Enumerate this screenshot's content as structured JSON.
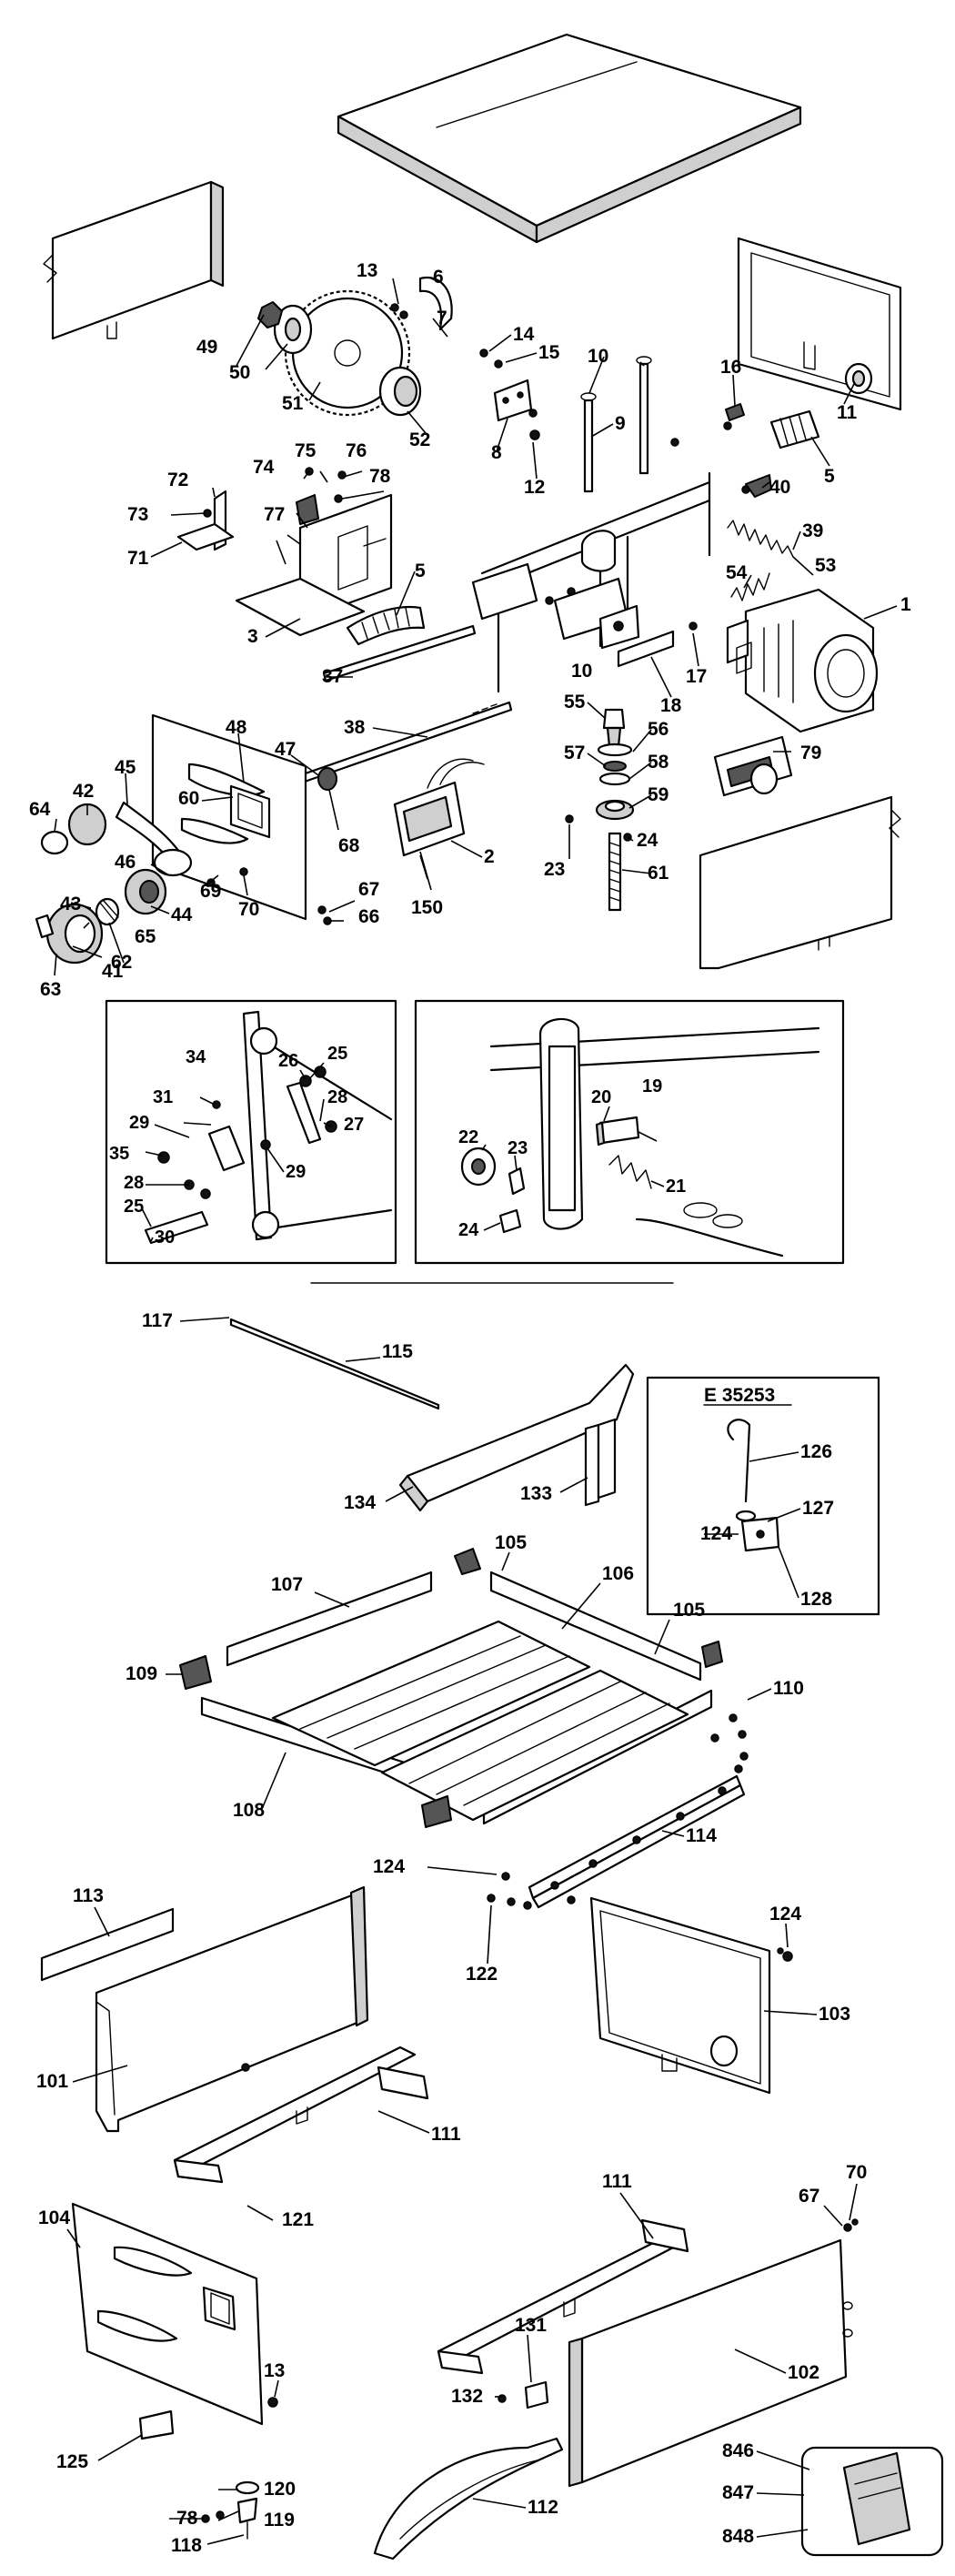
{
  "diagram": {
    "kit_label": "E 35253",
    "labels": [
      {
        "id": "top-1",
        "text": "1"
      },
      {
        "id": "top-2",
        "text": "2"
      },
      {
        "id": "top-3",
        "text": "3"
      },
      {
        "id": "top-5a",
        "text": "5"
      },
      {
        "id": "top-5b",
        "text": "5"
      },
      {
        "id": "top-6",
        "text": "6"
      },
      {
        "id": "top-7",
        "text": "7"
      },
      {
        "id": "top-8",
        "text": "8"
      },
      {
        "id": "top-9",
        "text": "9"
      },
      {
        "id": "top-10a",
        "text": "10"
      },
      {
        "id": "top-10b",
        "text": "10"
      },
      {
        "id": "top-11",
        "text": "11"
      },
      {
        "id": "top-12",
        "text": "12"
      },
      {
        "id": "top-13",
        "text": "13"
      },
      {
        "id": "top-14",
        "text": "14"
      },
      {
        "id": "top-15",
        "text": "15"
      },
      {
        "id": "top-16",
        "text": "16"
      },
      {
        "id": "top-17",
        "text": "17"
      },
      {
        "id": "top-18",
        "text": "18"
      },
      {
        "id": "top-23",
        "text": "23"
      },
      {
        "id": "top-24",
        "text": "24"
      },
      {
        "id": "top-37",
        "text": "37"
      },
      {
        "id": "top-38",
        "text": "38"
      },
      {
        "id": "top-39",
        "text": "39"
      },
      {
        "id": "top-40",
        "text": "40"
      },
      {
        "id": "top-41",
        "text": "41"
      },
      {
        "id": "top-42",
        "text": "42"
      },
      {
        "id": "top-43",
        "text": "43"
      },
      {
        "id": "top-44",
        "text": "44"
      },
      {
        "id": "top-45",
        "text": "45"
      },
      {
        "id": "top-46",
        "text": "46"
      },
      {
        "id": "top-47",
        "text": "47"
      },
      {
        "id": "top-48",
        "text": "48"
      },
      {
        "id": "top-49",
        "text": "49"
      },
      {
        "id": "top-50",
        "text": "50"
      },
      {
        "id": "top-51",
        "text": "51"
      },
      {
        "id": "top-52",
        "text": "52"
      },
      {
        "id": "top-53",
        "text": "53"
      },
      {
        "id": "top-54",
        "text": "54"
      },
      {
        "id": "top-55",
        "text": "55"
      },
      {
        "id": "top-56",
        "text": "56"
      },
      {
        "id": "top-57",
        "text": "57"
      },
      {
        "id": "top-58",
        "text": "58"
      },
      {
        "id": "top-59",
        "text": "59"
      },
      {
        "id": "top-60",
        "text": "60"
      },
      {
        "id": "top-61",
        "text": "61"
      },
      {
        "id": "top-62",
        "text": "62"
      },
      {
        "id": "top-63",
        "text": "63"
      },
      {
        "id": "top-64",
        "text": "64"
      },
      {
        "id": "top-65",
        "text": "65"
      },
      {
        "id": "top-66",
        "text": "66"
      },
      {
        "id": "top-67",
        "text": "67"
      },
      {
        "id": "top-68",
        "text": "68"
      },
      {
        "id": "top-69",
        "text": "69"
      },
      {
        "id": "top-70",
        "text": "70"
      },
      {
        "id": "top-71",
        "text": "71"
      },
      {
        "id": "top-72",
        "text": "72"
      },
      {
        "id": "top-73",
        "text": "73"
      },
      {
        "id": "top-74",
        "text": "74"
      },
      {
        "id": "top-75",
        "text": "75"
      },
      {
        "id": "top-76",
        "text": "76"
      },
      {
        "id": "top-77",
        "text": "77"
      },
      {
        "id": "top-78",
        "text": "78"
      },
      {
        "id": "top-79",
        "text": "79"
      },
      {
        "id": "top-150",
        "text": "150"
      },
      {
        "id": "inA-25a",
        "text": "25"
      },
      {
        "id": "inA-25b",
        "text": "25"
      },
      {
        "id": "inA-26",
        "text": "26"
      },
      {
        "id": "inA-27",
        "text": "27"
      },
      {
        "id": "inA-28a",
        "text": "28"
      },
      {
        "id": "inA-28b",
        "text": "28"
      },
      {
        "id": "inA-29a",
        "text": "29"
      },
      {
        "id": "inA-29b",
        "text": "29"
      },
      {
        "id": "inA-30",
        "text": "30"
      },
      {
        "id": "inA-31",
        "text": "31"
      },
      {
        "id": "inA-34",
        "text": "34"
      },
      {
        "id": "inA-35",
        "text": "35"
      },
      {
        "id": "inB-19",
        "text": "19"
      },
      {
        "id": "inB-20",
        "text": "20"
      },
      {
        "id": "inB-21",
        "text": "21"
      },
      {
        "id": "inB-22",
        "text": "22"
      },
      {
        "id": "inB-23",
        "text": "23"
      },
      {
        "id": "inB-24",
        "text": "24"
      },
      {
        "id": "bot-13",
        "text": "13"
      },
      {
        "id": "bot-67",
        "text": "67"
      },
      {
        "id": "bot-70",
        "text": "70"
      },
      {
        "id": "bot-78",
        "text": "78"
      },
      {
        "id": "bot-101",
        "text": "101"
      },
      {
        "id": "bot-102",
        "text": "102"
      },
      {
        "id": "bot-103",
        "text": "103"
      },
      {
        "id": "bot-104",
        "text": "104"
      },
      {
        "id": "bot-105a",
        "text": "105"
      },
      {
        "id": "bot-105b",
        "text": "105"
      },
      {
        "id": "bot-106",
        "text": "106"
      },
      {
        "id": "bot-107",
        "text": "107"
      },
      {
        "id": "bot-108",
        "text": "108"
      },
      {
        "id": "bot-109",
        "text": "109"
      },
      {
        "id": "bot-110",
        "text": "110"
      },
      {
        "id": "bot-111a",
        "text": "111"
      },
      {
        "id": "bot-111b",
        "text": "111"
      },
      {
        "id": "bot-112",
        "text": "112"
      },
      {
        "id": "bot-113",
        "text": "113"
      },
      {
        "id": "bot-114",
        "text": "114"
      },
      {
        "id": "bot-115",
        "text": "115"
      },
      {
        "id": "bot-117",
        "text": "117"
      },
      {
        "id": "bot-118",
        "text": "118"
      },
      {
        "id": "bot-119",
        "text": "119"
      },
      {
        "id": "bot-120",
        "text": "120"
      },
      {
        "id": "bot-121",
        "text": "121"
      },
      {
        "id": "bot-122",
        "text": "122"
      },
      {
        "id": "bot-124a",
        "text": "124"
      },
      {
        "id": "bot-124b",
        "text": "124"
      },
      {
        "id": "bot-124c",
        "text": "124"
      },
      {
        "id": "bot-125",
        "text": "125"
      },
      {
        "id": "bot-126",
        "text": "126"
      },
      {
        "id": "bot-127",
        "text": "127"
      },
      {
        "id": "bot-128",
        "text": "128"
      },
      {
        "id": "bot-131",
        "text": "131"
      },
      {
        "id": "bot-132",
        "text": "132"
      },
      {
        "id": "bot-133",
        "text": "133"
      },
      {
        "id": "bot-134",
        "text": "134"
      },
      {
        "id": "bot-846",
        "text": "846"
      },
      {
        "id": "bot-847",
        "text": "847"
      },
      {
        "id": "bot-848",
        "text": "848"
      }
    ]
  }
}
